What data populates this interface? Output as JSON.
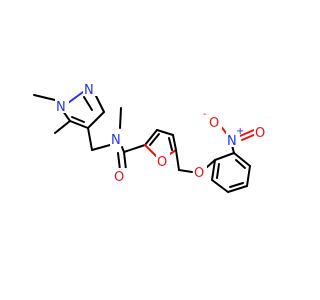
{
  "molecule": {
    "atoms": {
      "n_pyrazole_1": "N",
      "n_pyrazole_2": "N",
      "n_amide": "N",
      "o_carbonyl": "O",
      "o_furan": "O",
      "o_ether": "O",
      "n_nitro": "N",
      "n_nitro_charge": "+",
      "o_nitro_top": "O",
      "o_nitro_top_charge": "-",
      "o_nitro_right": "O"
    }
  }
}
